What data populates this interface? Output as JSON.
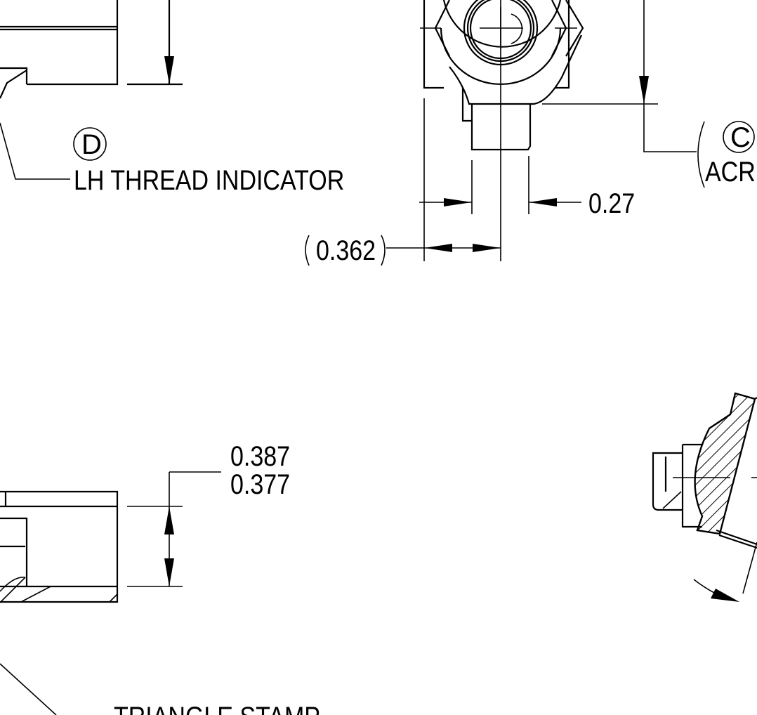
{
  "drawing": {
    "callouts": {
      "d_symbol": "D",
      "lh_thread_indicator": "LH THREAD INDICATOR",
      "c_symbol": "C",
      "c_note": "ACR",
      "triangle_stamp": "TRIANGLE STAMP"
    },
    "dimensions": {
      "width_027": "0.27",
      "ref_0362": "0.362",
      "max_0387": "0.387",
      "min_0377": "0.377"
    },
    "colors": {
      "line": "#000000",
      "background": "#ffffff"
    }
  }
}
